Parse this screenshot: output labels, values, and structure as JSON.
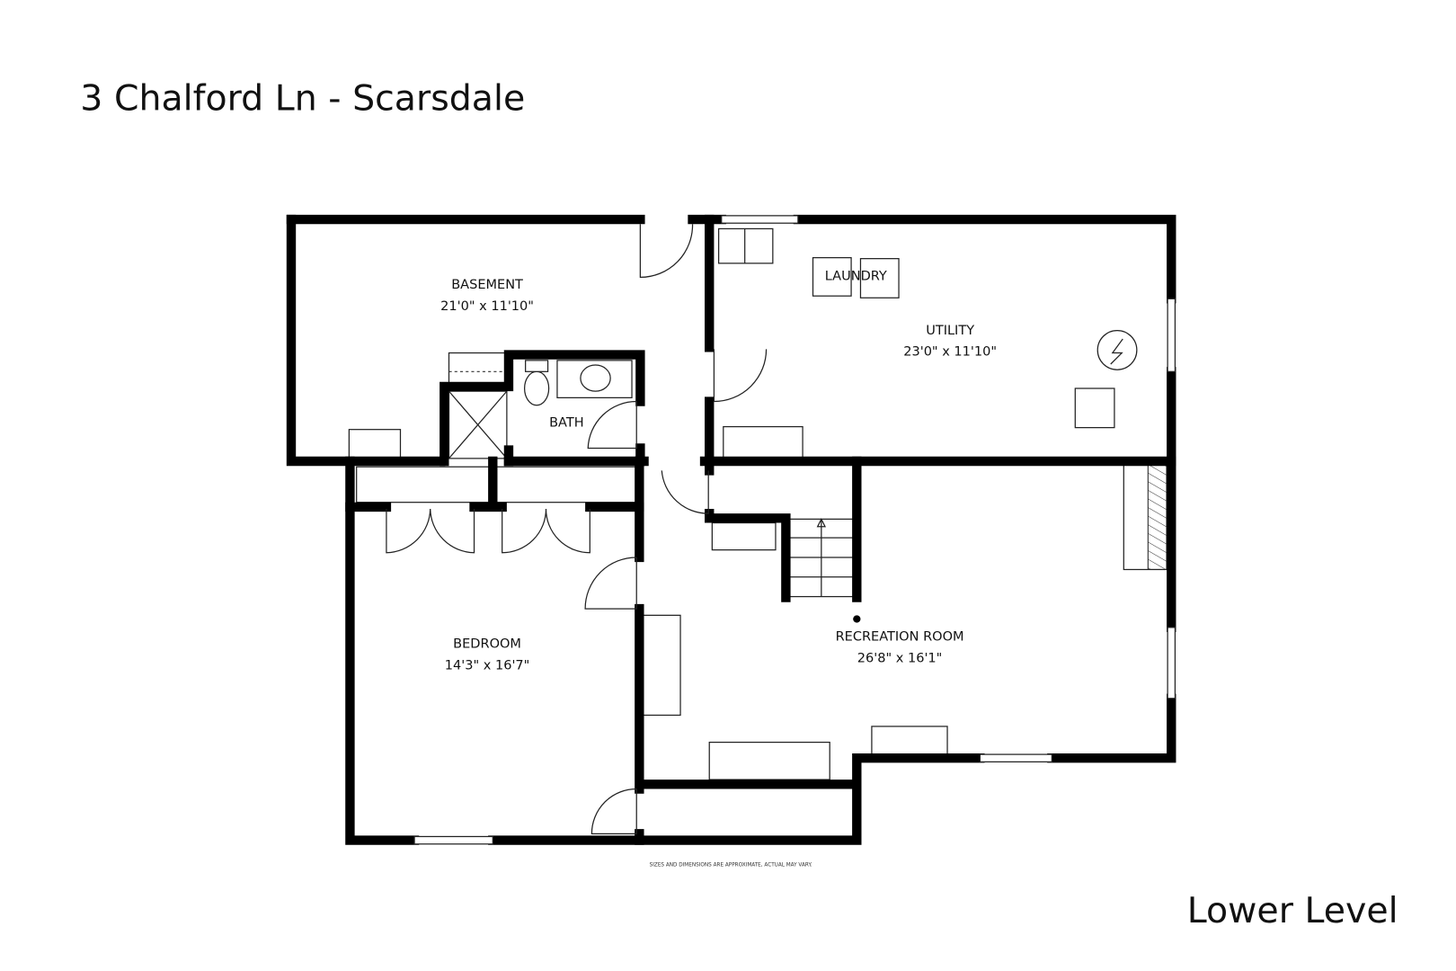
{
  "title": "3 Chalford Ln - Scarsdale",
  "level": "Lower Level",
  "disclaimer": "SIZES AND DIMENSIONS ARE APPROXIMATE, ACTUAL MAY VARY.",
  "rooms": [
    {
      "name": "BASEMENT",
      "dims": "21'0\" x 11'10\""
    },
    {
      "name": "UTILITY",
      "dims": "23'0\" x 11'10\""
    },
    {
      "name": "BEDROOM",
      "dims": "14'3\" x 16'7\""
    },
    {
      "name": "RECREATION ROOM",
      "dims": "26'8\" x 16'1\""
    },
    {
      "name": "BATH",
      "dims": ""
    },
    {
      "name": "LAUNDRY",
      "dims": ""
    }
  ]
}
